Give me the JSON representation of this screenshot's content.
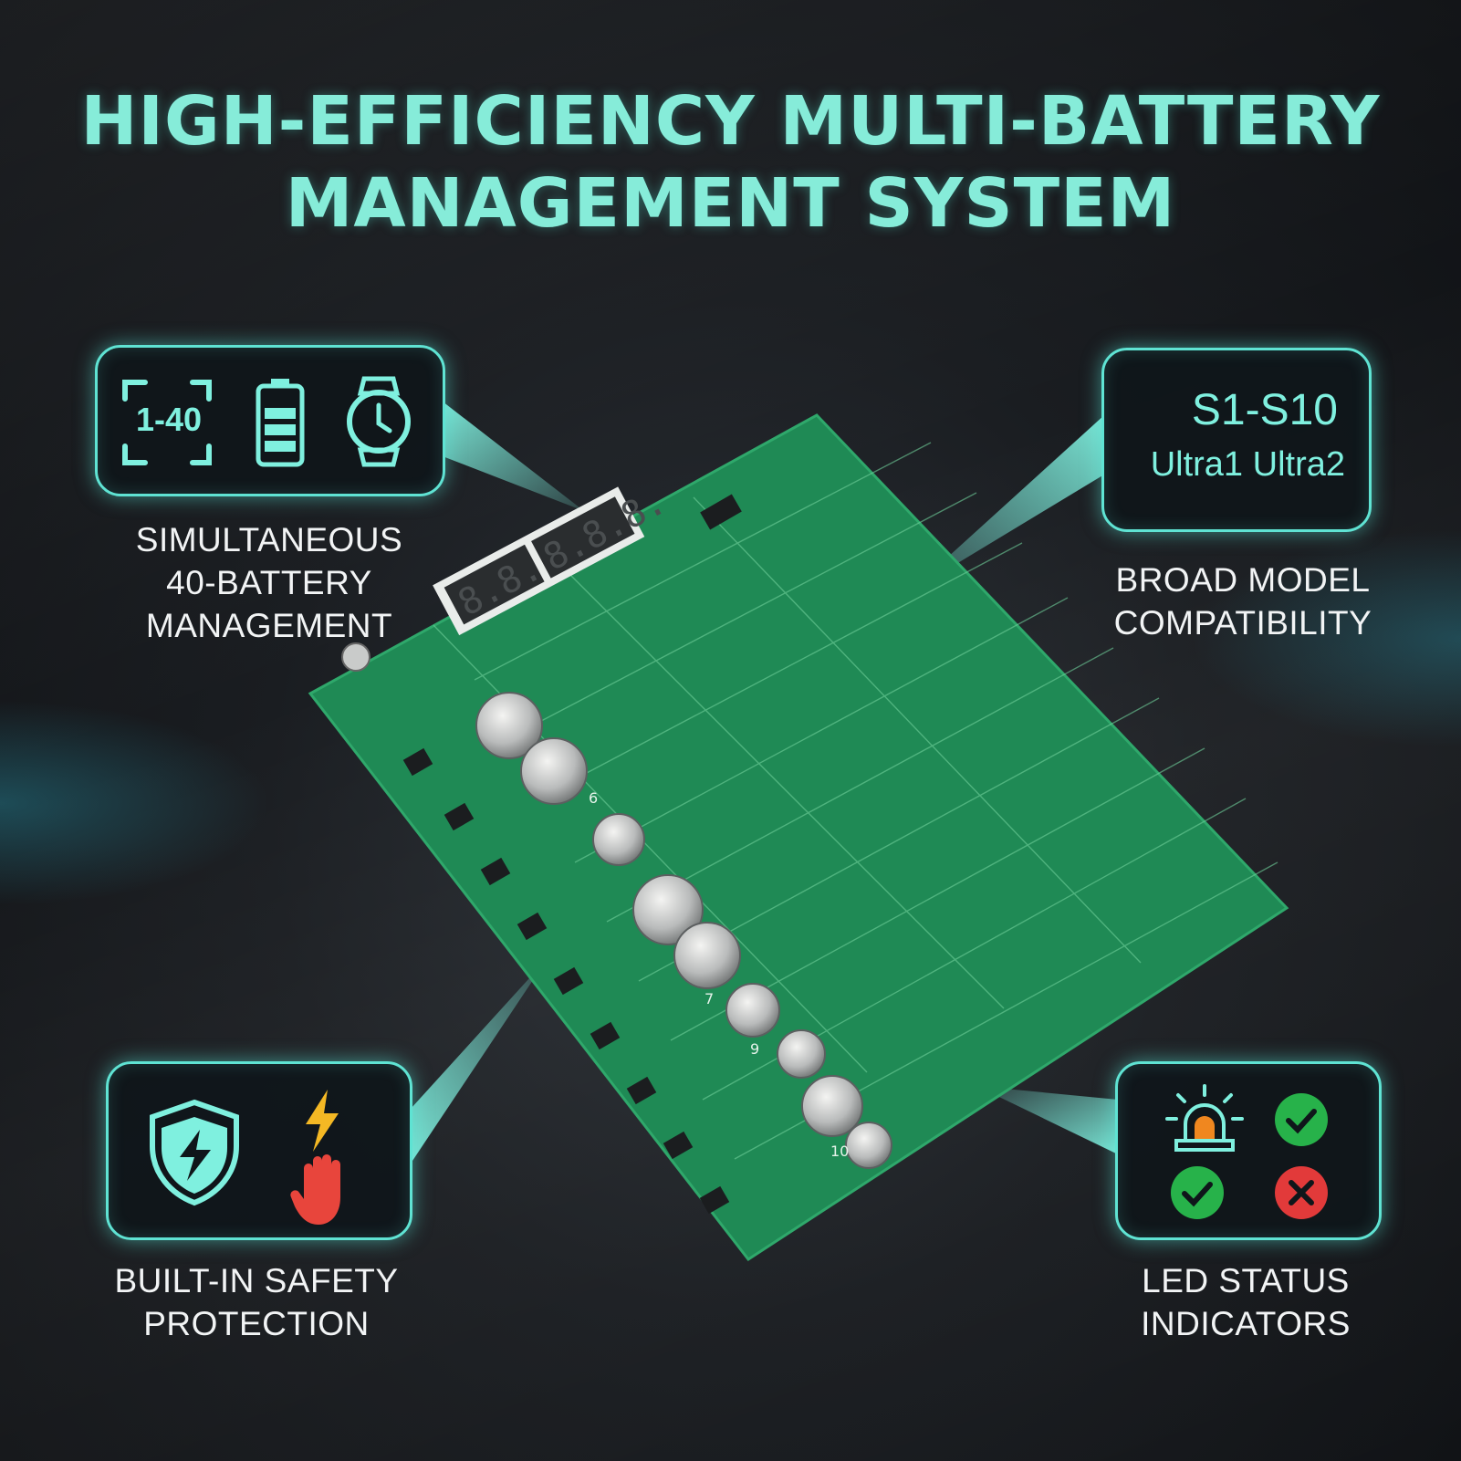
{
  "title": {
    "line1": "HIGH-EFFICIENCY MULTI-BATTERY",
    "line2": "MANAGEMENT SYSTEM"
  },
  "features": {
    "management": {
      "range_label": "1-40",
      "icons": [
        "range-frame-icon",
        "battery-icon",
        "watch-icon"
      ],
      "caption_lines": [
        "SIMULTANEOUS",
        "40-BATTERY",
        "MANAGEMENT"
      ]
    },
    "compatibility": {
      "models_line1": "S1-S10",
      "models_line2": "Ultra1 Ultra2",
      "caption_lines": [
        "BROAD MODEL",
        "COMPATIBILITY"
      ]
    },
    "safety": {
      "icons": [
        "shield-lightning-icon",
        "lightning-icon",
        "stop-hand-icon"
      ],
      "caption_lines": [
        "BUILT-IN SAFETY",
        "PROTECTION"
      ]
    },
    "status": {
      "icons": [
        "alarm-light-icon",
        "check-icon",
        "check-icon",
        "cross-icon"
      ],
      "caption_lines": [
        "LED STATUS",
        "INDICATORS"
      ]
    }
  },
  "board": {
    "slot_numbers": [
      "6",
      "7",
      "9",
      "10"
    ],
    "colors": {
      "pcb": "#1f8a55",
      "accent": "#5fe3d3",
      "title": "#86ecd9"
    }
  }
}
